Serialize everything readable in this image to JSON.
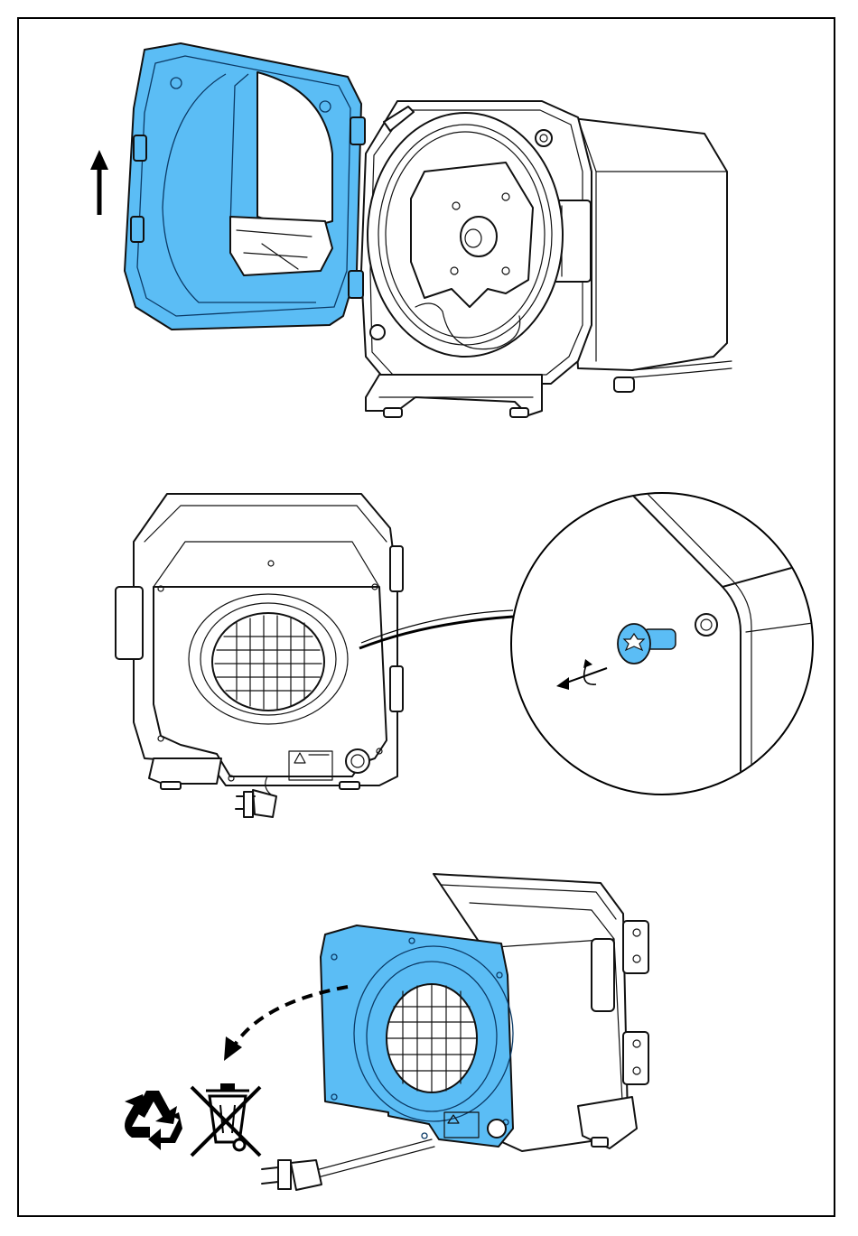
{
  "colors": {
    "accent": "#5bbdf5",
    "line": "#111111",
    "background": "#ffffff"
  },
  "steps": [
    {
      "id": "step-1",
      "icons": [
        "arrow-up-icon"
      ]
    },
    {
      "id": "step-2",
      "icons": [
        "magnifier-callout-icon",
        "unscrew-arrow-icon",
        "torx-screw-icon"
      ]
    },
    {
      "id": "step-3",
      "icons": [
        "dashed-curved-arrow-icon",
        "recycle-icon",
        "crossed-bin-weee-icon"
      ]
    }
  ]
}
